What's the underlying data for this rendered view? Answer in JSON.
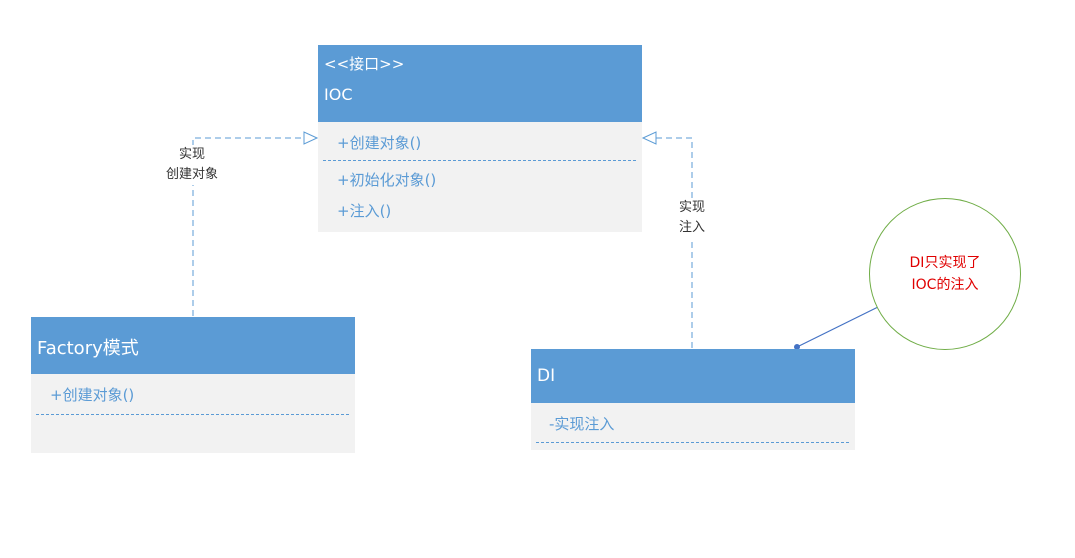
{
  "colors": {
    "header_fill": "#5b9bd5",
    "body_fill": "#f2f2f2",
    "callout_border": "#70ad47",
    "callout_text": "#e00000",
    "connector": "#5b9bd5"
  },
  "ioc": {
    "stereotype": "<<接口>>",
    "name": "IOC",
    "members_group1": [
      "+创建对象()"
    ],
    "members_group2": [
      "+初始化对象()",
      "+注入()"
    ]
  },
  "factory": {
    "name": "Factory模式",
    "members": [
      "+创建对象()"
    ]
  },
  "di": {
    "name": "DI",
    "members": [
      "-实现注入"
    ]
  },
  "connectors": {
    "left": {
      "line1": "实现",
      "line2": "创建对象"
    },
    "right": {
      "line1": "实现",
      "line2": "注入"
    }
  },
  "callout": {
    "line1": "DI只实现了",
    "line2": "IOC的注入"
  }
}
